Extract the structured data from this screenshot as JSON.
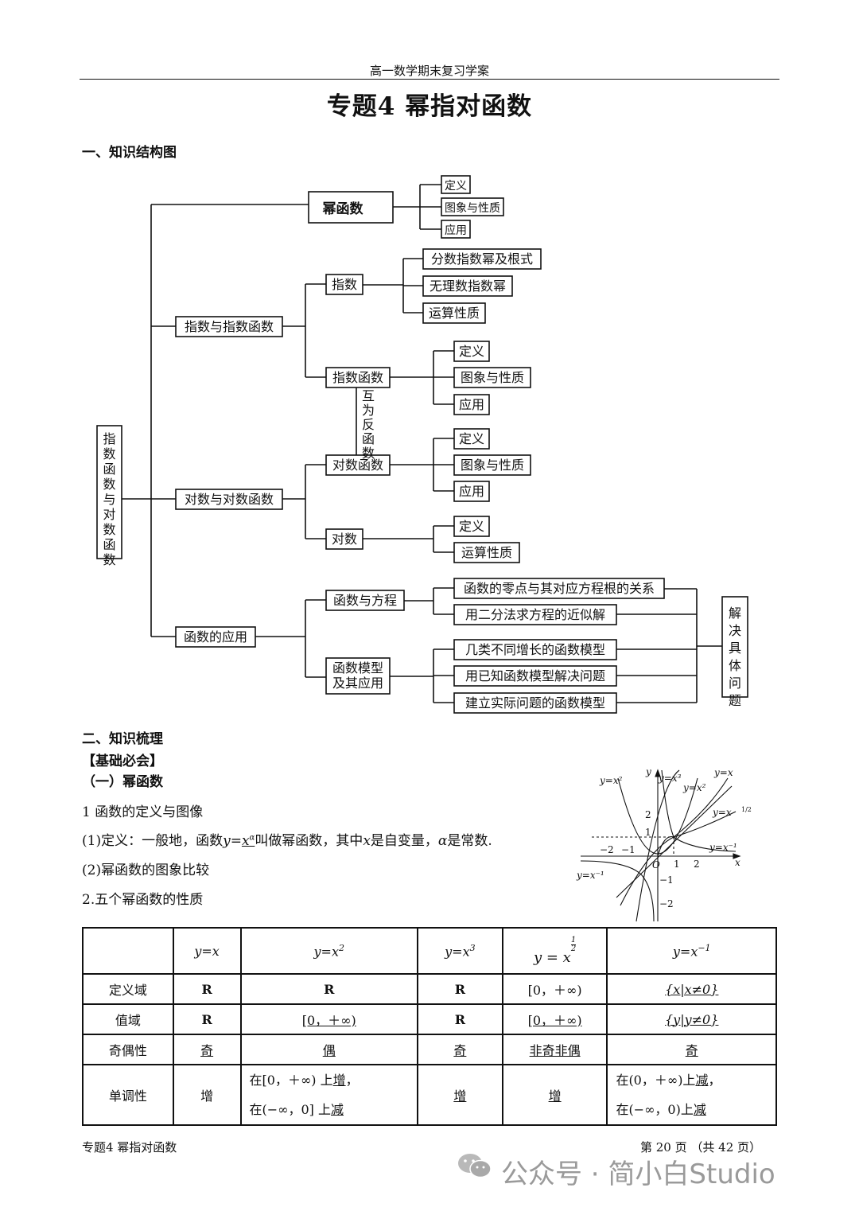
{
  "header": {
    "text": "高一数学期末复习学案"
  },
  "title": "专题4  幂指对函数",
  "section1": {
    "heading": "一、知识结构图"
  },
  "mindmap": {
    "root": "指数函数与对数函数",
    "power": {
      "label": "幂函数",
      "children": [
        "定义",
        "图象与性质",
        "应用"
      ]
    },
    "exp_branch": {
      "label": "指数与指数函数",
      "zhishu": {
        "label": "指数",
        "children": [
          "分数指数幂及根式",
          "无理数指数幂",
          "运算性质"
        ]
      },
      "zhishu_func": {
        "label": "指数函数",
        "children": [
          "定义",
          "图象与性质",
          "应用"
        ]
      }
    },
    "inverse_label": "互为反函数",
    "log_branch": {
      "label": "对数与对数函数",
      "log_func": {
        "label": "对数函数",
        "children": [
          "定义",
          "图象与性质",
          "应用"
        ]
      },
      "log": {
        "label": "对数",
        "children": [
          "定义",
          "运算性质"
        ]
      }
    },
    "app_branch": {
      "label": "函数的应用",
      "equation": {
        "label": "函数与方程",
        "children": [
          "函数的零点与其对应方程根的关系",
          "用二分法求方程的近似解"
        ]
      },
      "model": {
        "label_line1": "函数模型",
        "label_line2": "及其应用",
        "children": [
          "几类不同增长的函数模型",
          "用已知函数模型解决问题",
          "建立实际问题的函数模型"
        ]
      }
    },
    "solve": "解决具体问题"
  },
  "section2": {
    "heading": "二、知识梳理",
    "sub": "【基础必会】",
    "part1": "（一）幂函数",
    "item1": "1 函数的定义与图像",
    "def_prefix": "(1)定义：一般地，函数",
    "def_formula_y": "y",
    "def_formula_eq": "=",
    "def_formula_x": "x",
    "def_formula_a": "α",
    "def_suffix1": "叫做幂函数，其中",
    "def_x": "x",
    "def_suffix2": "是自变量，",
    "def_alpha": "α",
    "def_suffix3": "是常数.",
    "item2": "(2)幂函数的图象比较",
    "item3": "2.五个幂函数的性质"
  },
  "graph": {
    "curve_labels": {
      "x2": "y=x²",
      "x3": "y=x³",
      "x2r": "y=x²",
      "x": "y=x",
      "half": "y=x",
      "half_exp": "1/2",
      "inv_right": "y=x⁻¹",
      "inv_left": "y=x⁻¹"
    },
    "axis": {
      "x": "x",
      "y": "y",
      "origin": "O"
    },
    "ticks": {
      "x_neg2": "−2",
      "x_neg1": "−1",
      "x1": "1",
      "x2": "2",
      "y2": "2",
      "y1": "1",
      "y_neg1": "−1",
      "y_neg2": "−2"
    }
  },
  "table": {
    "head": [
      "",
      "y=x",
      "y=x²",
      "y=x³",
      "y=x^(1/2)",
      "y=x⁻¹"
    ],
    "head_parts": {
      "c1": {
        "base": "y=x",
        "exp": ""
      },
      "c2": {
        "base": "y=x",
        "exp": "2"
      },
      "c3": {
        "base": "y=x",
        "exp": "3"
      },
      "c4": {
        "base": "y = x",
        "exp_num": "1",
        "exp_den": "2"
      },
      "c5": {
        "base": "y=x",
        "exp": "−1"
      }
    },
    "rows": [
      {
        "label": "定义域",
        "cells": [
          "R",
          "R",
          "R",
          "[0，＋∞)",
          "{x|x≠0}"
        ]
      },
      {
        "label": "值域",
        "cells": [
          "R",
          "[0，＋∞)",
          "R",
          "[0，＋∞)",
          "{y|y≠0}"
        ]
      },
      {
        "label": "奇偶性",
        "cells": [
          "奇",
          "偶",
          "奇",
          "非奇非偶",
          "奇"
        ]
      },
      {
        "label": "单调性",
        "mono": {
          "c1": "增",
          "c2_l1_pre": "在[0，＋∞) 上",
          "c2_l1_u": "增",
          "c2_l1_post": "，",
          "c2_l2_pre": "在(−∞，0] 上",
          "c2_l2_u": "减",
          "c3": "增",
          "c4": "增",
          "c5_l1_pre": "在(0，＋∞)上",
          "c5_l1_u": "减",
          "c5_l1_post": "，",
          "c5_l2_pre": "在(−∞，0)上",
          "c5_l2_u": "减"
        }
      }
    ]
  },
  "footer": {
    "left": "专题4  幂指对函数",
    "right": "第 20 页 （共 42 页）"
  },
  "watermark": {
    "text": "公众号 · 简小白Studio"
  }
}
